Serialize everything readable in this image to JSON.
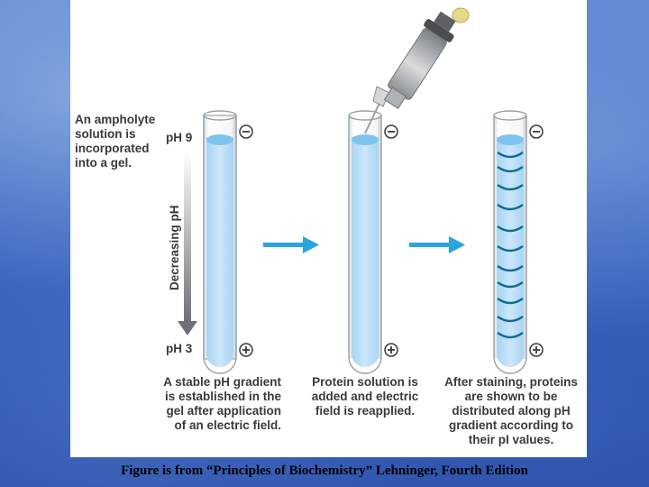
{
  "figure": {
    "intro_label": "An ampholyte\nsolution is\nincorporated\ninto a gel.",
    "ph_top": "pH 9",
    "ph_bottom": "pH 3",
    "axis_label": "Decreasing pH",
    "minus_symbol": "−",
    "plus_symbol": "+",
    "step_captions": [
      "A stable pH gradient\nis established in the\ngel after application\nof an electric field.",
      "Protein solution is\nadded and electric\nfield is reapplied.",
      "After staining, proteins\nare shown to be\ndistributed along pH\ngradient according to\ntheir pI values."
    ],
    "colors": {
      "gel": "#bfe0f7",
      "gel_top": "#7fc4ee",
      "arrow": "#2aa3de",
      "band": "#0c6e8f",
      "tube_outline": "#9aa2a8"
    },
    "protein_band_count": 11
  },
  "caption": "Figure is from “Principles of Biochemistry” Lehninger, Fourth Edition"
}
